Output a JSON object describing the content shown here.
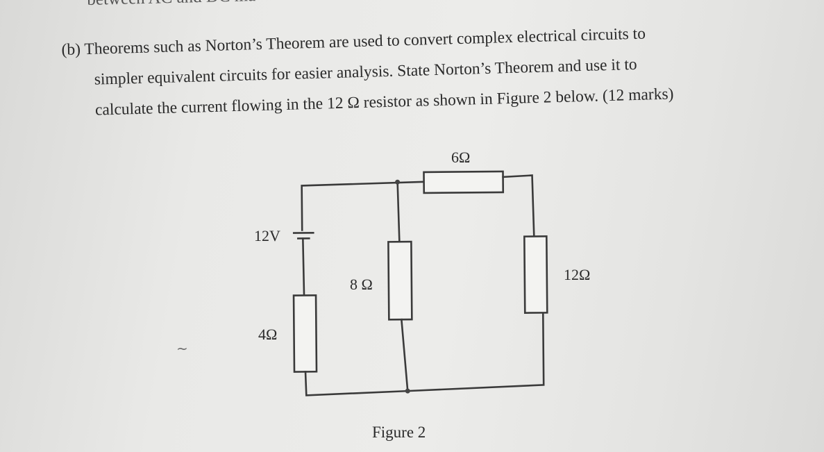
{
  "header_fragment": "between AC and DC ma",
  "question": {
    "line1": "(b) Theorems such as Norton’s Theorem are used to convert complex electrical circuits to",
    "line2": "simpler equivalent circuits for easier analysis. State Norton’s Theorem and use it to",
    "line3": "calculate the current flowing in the 12 Ω resistor as shown in Figure 2 below. (12 marks)"
  },
  "circuit": {
    "source_label": "12V",
    "r1_label": "4Ω",
    "r2_label": "8 Ω",
    "r3_label": "6Ω",
    "r4_label": "12Ω",
    "caption": "Figure 2"
  },
  "margin_mark": "~"
}
